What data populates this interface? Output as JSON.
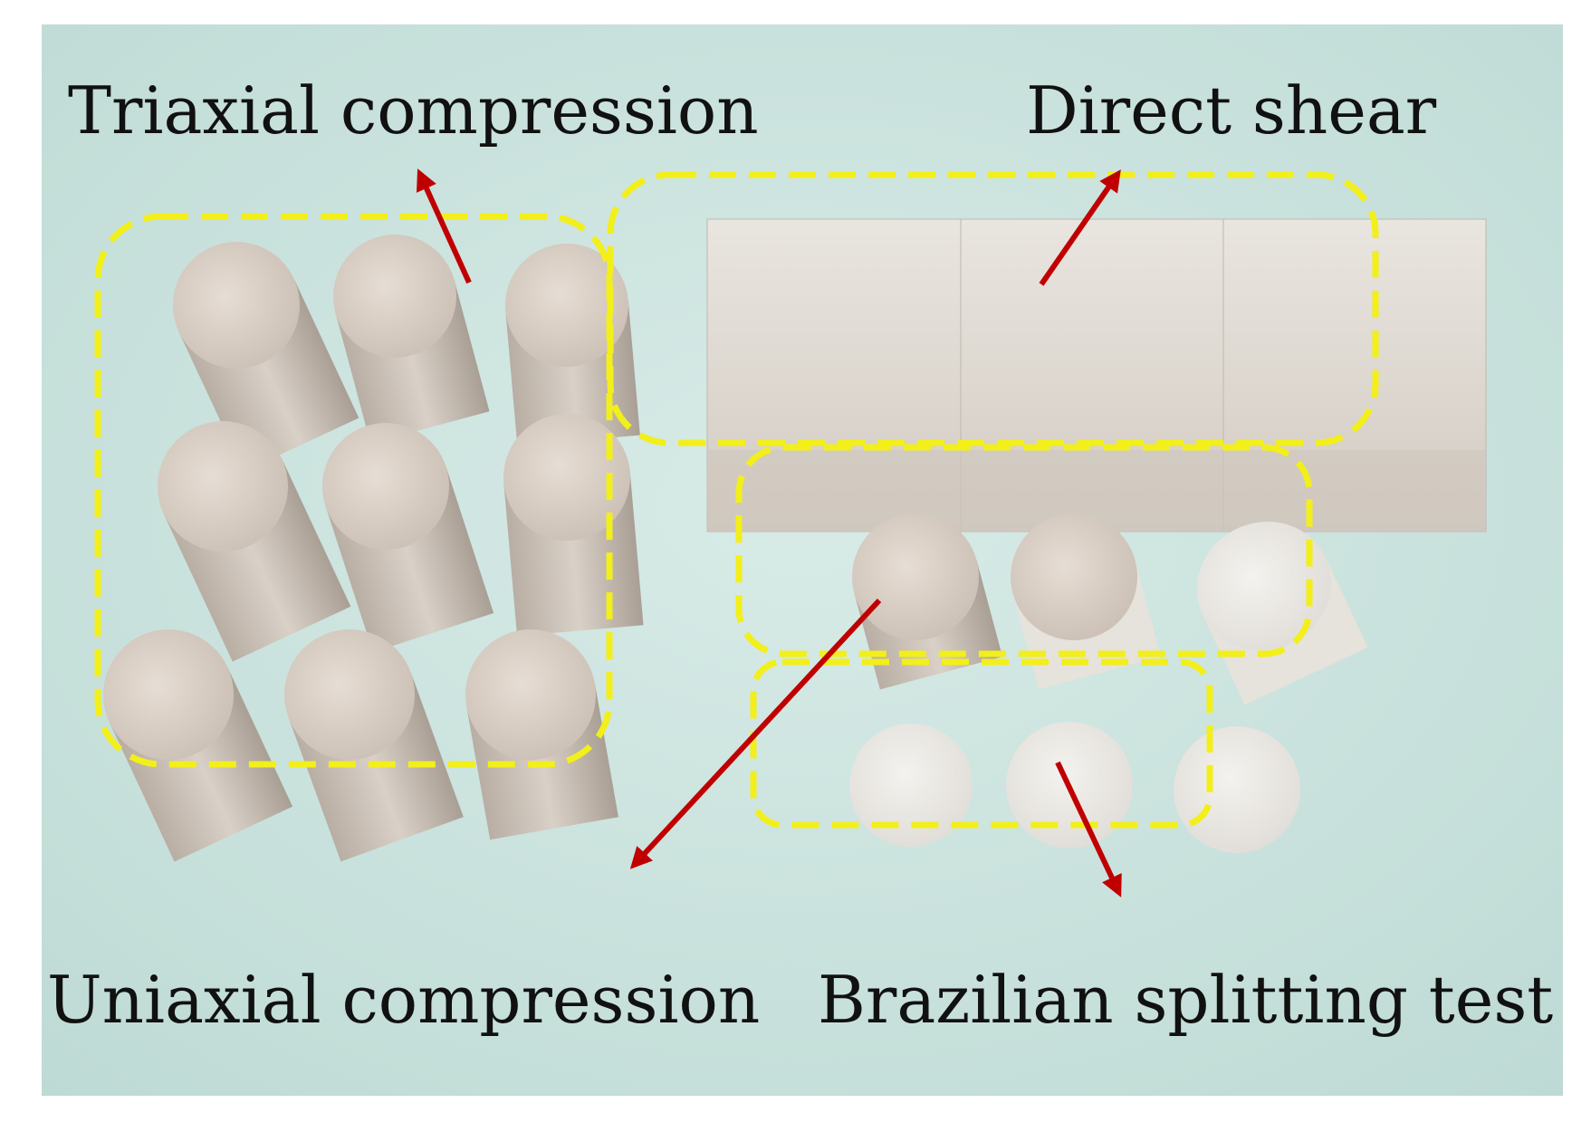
{
  "labels": {
    "triaxial": "Triaxial compression",
    "direct_shear": "Direct shear",
    "uniaxial": "Uniaxial compression",
    "brazilian": "Brazilian splitting test"
  },
  "colors": {
    "background": "#cfe5e0",
    "dashed_box": "#f2ef1a",
    "arrow": "#c00000",
    "specimen": "#d6ccc4"
  }
}
